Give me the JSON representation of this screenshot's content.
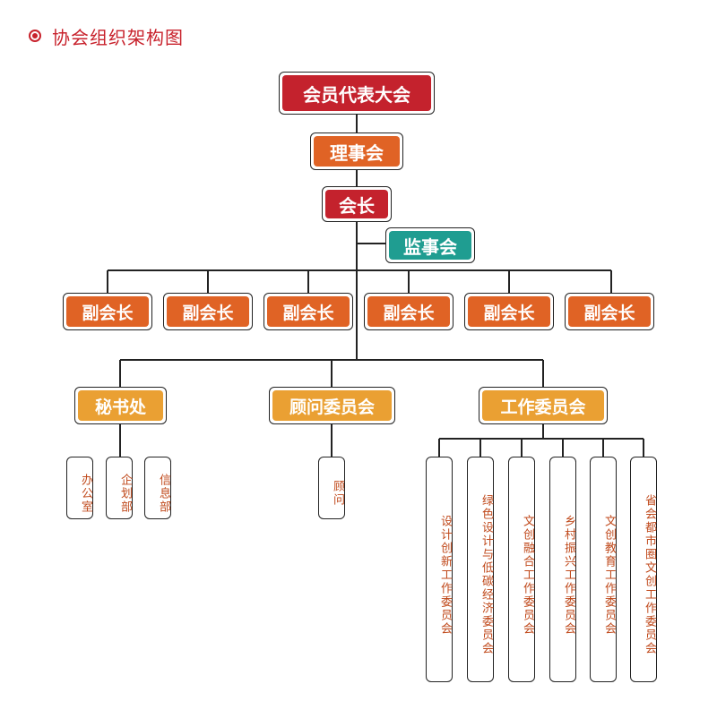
{
  "header": {
    "title": "协会组织架构图"
  },
  "chart": {
    "congress": "会员代表大会",
    "council": "理事会",
    "president": "会长",
    "supervisory": "监事会",
    "vice_presidents": [
      "副会长",
      "副会长",
      "副会长",
      "副会长",
      "副会长",
      "副会长"
    ],
    "departments": [
      "秘书处",
      "顾问委员会",
      "工作委员会"
    ],
    "secretariat_units": [
      "办公室",
      "企划部",
      "信息部"
    ],
    "advisory_units": [
      "顾问"
    ],
    "committees": [
      "设计创新工作委员会",
      "绿色设计与低碳经济委员会",
      "文创融合工作委员会",
      "乡村振兴工作委员会",
      "文创教育工作委员会",
      "省会都市圈文创工作委员会"
    ]
  },
  "colors": {
    "red": "#c4222d",
    "orange": "#e06325",
    "teal": "#1f9d91",
    "gold": "#eaa033",
    "sub_text": "#c04a1c"
  }
}
